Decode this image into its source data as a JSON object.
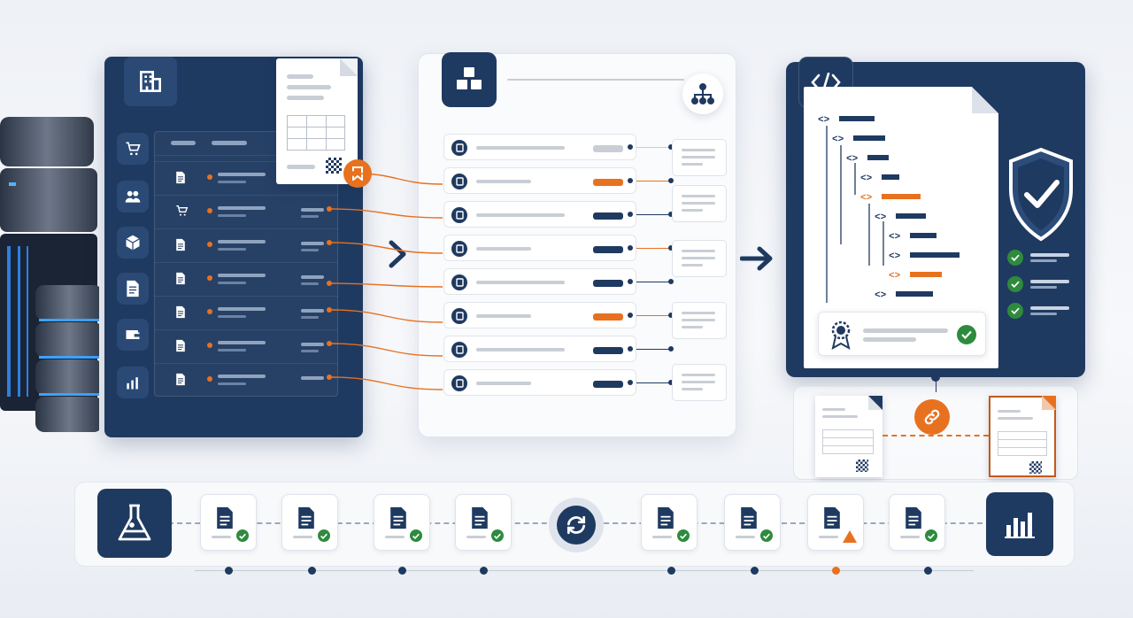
{
  "colors": {
    "navy": "#1f3a60",
    "orange": "#e8711f",
    "green": "#2e8b3e",
    "light_gray": "#c9ced6"
  },
  "left_panel": {
    "header_icon": "building-icon",
    "sidebar_icons": [
      "cart-icon",
      "users-icon",
      "box-icon",
      "document-icon",
      "wallet-icon",
      "chart-icon"
    ],
    "doc_badge_icon": "bookmark-icon",
    "rows": 7
  },
  "middle_panel": {
    "header_icon": "cubes-icon",
    "corner_icon": "hierarchy-icon",
    "rows": [
      {
        "tag": "gray",
        "linked": "gray"
      },
      {
        "tag": "orange",
        "linked": "orange"
      },
      {
        "tag": "navy",
        "linked": "navy"
      },
      {
        "tag": "navy",
        "linked": "orange"
      },
      {
        "tag": "navy",
        "linked": "navy"
      },
      {
        "tag": "orange",
        "linked": "orange"
      },
      {
        "tag": "navy",
        "linked": "navy"
      },
      {
        "tag": "navy",
        "linked": "navy"
      }
    ]
  },
  "right_panel": {
    "header_icon": "code-icon",
    "shield_icon": "shield-check-icon",
    "certificate_icon": "award-icon",
    "checks": 3,
    "link_icon": "chain-link-icon"
  },
  "pipeline": {
    "start_icon": "flask-icon",
    "sync_icon": "sync-icon",
    "end_icon": "bar-chart-icon",
    "steps": [
      {
        "status": "ok"
      },
      {
        "status": "ok"
      },
      {
        "status": "ok"
      },
      {
        "status": "ok"
      },
      {
        "status": "ok"
      },
      {
        "status": "ok"
      },
      {
        "status": "warning"
      },
      {
        "status": "ok"
      }
    ]
  }
}
